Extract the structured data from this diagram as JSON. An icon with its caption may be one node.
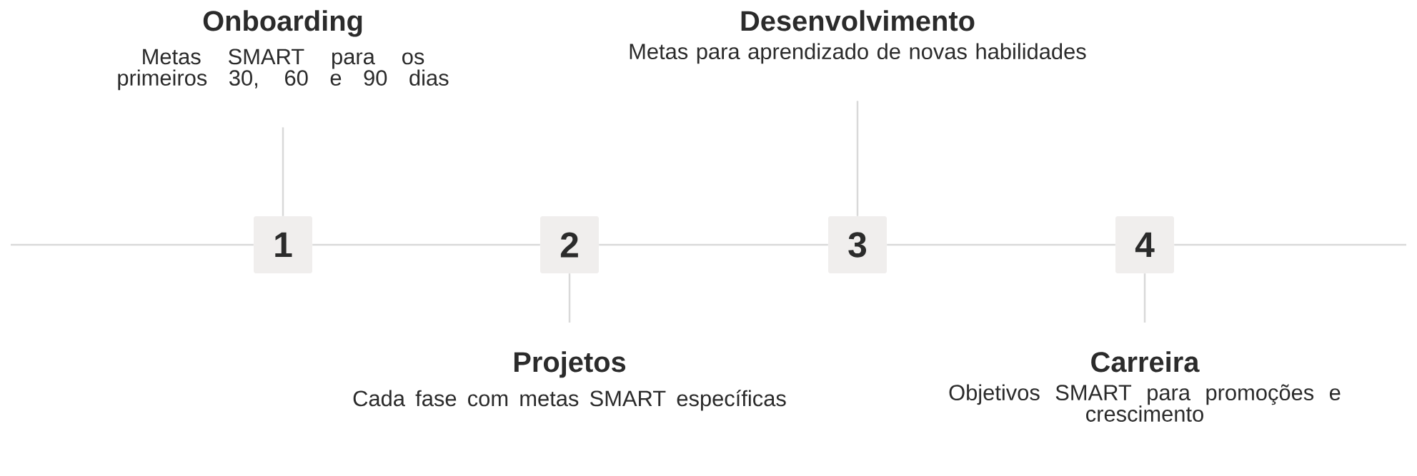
{
  "diagram": {
    "nodes": [
      {
        "text": [
          "Onboarding",
          "Metas SMART para os primeiros 30, 60 e 90 dias"
        ]
      },
      {
        "text": [
          "Desenvolvimento",
          "Metas para aprendizado de novas habilidades"
        ]
      },
      {
        "text": [
          "1"
        ]
      },
      {
        "text": [
          "2"
        ]
      },
      {
        "text": [
          "3"
        ]
      },
      {
        "text": [
          "4"
        ]
      },
      {
        "text": [
          "Projetos",
          "Cada fase com metas SMART específicas"
        ]
      },
      {
        "text": [
          "Carreira",
          "Objetivos SMART para promoções e crescimento"
        ]
      }
    ],
    "edges": [
      {
        "from": 0,
        "to": 2,
        "arrow": "none"
      },
      {
        "from": 1,
        "to": 4,
        "arrow": "none"
      },
      {
        "from": 6,
        "to": 3,
        "arrow": "none"
      },
      {
        "from": 7,
        "to": 5,
        "arrow": "none"
      },
      {
        "from": null,
        "to": 2,
        "arrow": "none"
      },
      {
        "from": 2,
        "to": 3,
        "arrow": "none"
      },
      {
        "from": 3,
        "to": 4,
        "arrow": "none"
      },
      {
        "from": 4,
        "to": 5,
        "arrow": "none"
      },
      {
        "from": 5,
        "to": null,
        "arrow": "none"
      }
    ]
  }
}
